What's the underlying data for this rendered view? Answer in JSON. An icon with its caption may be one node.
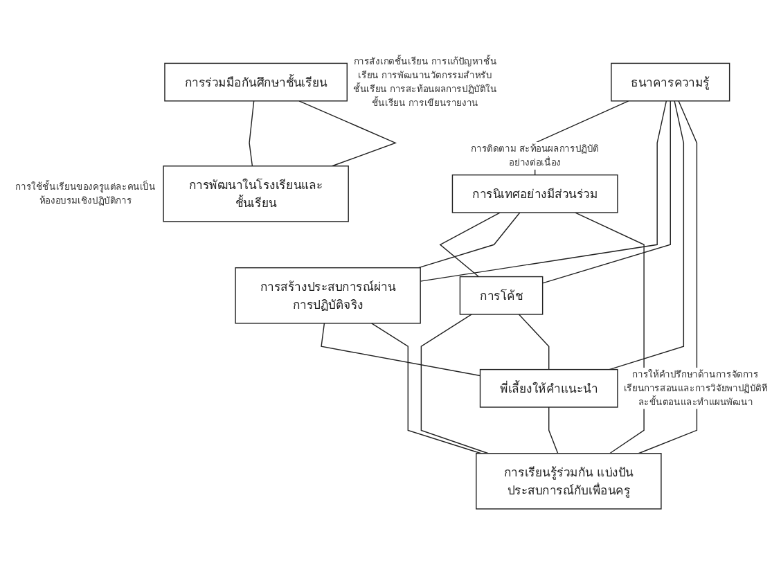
{
  "diagram": {
    "nodes": [
      {
        "text": [
          "การร่วมมือกันศึกษาชั้นเรียน"
        ],
        "beside": [
          "การสังเกตชั้นเรียน การแก้ปัญหาชั้นเรียน การพัฒนานวัตกรรมสำหรับชั้นเรียน การสะท้อนผลการปฏิบัติในชั้นเรียน การเขียนรายงาน"
        ]
      },
      {
        "text": [
          "ธนาคารความรู้"
        ]
      },
      {
        "text": [
          "การนิเทศอย่างมีส่วนร่วม"
        ],
        "beside": [
          "การติดตาม สะท้อนผลการปฏิบัติอย่างต่อเนื่อง"
        ]
      },
      {
        "text": [
          "การสร้างประสบการณ์ผ่านการปฏิบัติจริง"
        ]
      },
      {
        "text": [
          "การโค้ช"
        ]
      },
      {
        "text": [
          "พี่เลี้ยงให้คำแนะนำ"
        ],
        "beside": [
          "การให้คำปรึกษาด้านการจัดการเรียนการสอนและการวิจัยพาปฏิบัติทีละขั้นตอนและทำแผนพัฒนา"
        ]
      },
      {
        "text": [
          "การเรียนรู้ร่วมกัน แบ่งปันประสบการณ์กับเพื่อนครู"
        ]
      },
      {
        "text": [
          "การพัฒนาในโรงเรียนและชั้นเรียน"
        ],
        "beside": [
          "การใช้ชั้นเรียนของครูแต่ละคนเป็นห้องอบรมเชิงปฏิบัติการ"
        ]
      }
    ],
    "edges": [
      {
        "from": 0,
        "to": 7,
        "arrow": "none"
      },
      {
        "from": 0,
        "to": 7,
        "arrow": "none"
      },
      {
        "from": 1,
        "to": 2,
        "arrow": "none"
      },
      {
        "from": 1,
        "to": 3,
        "arrow": "none"
      },
      {
        "from": 2,
        "to": 4,
        "arrow": "none"
      },
      {
        "from": 3,
        "to": 5,
        "arrow": "none"
      },
      {
        "from": 4,
        "to": 6,
        "arrow": "none"
      },
      {
        "from": 5,
        "to": 6,
        "arrow": "none"
      },
      {
        "from": 1,
        "to": 4,
        "arrow": "none"
      },
      {
        "from": 1,
        "to": 5,
        "arrow": "none"
      },
      {
        "from": 1,
        "to": 6,
        "arrow": "none"
      },
      {
        "from": 2,
        "to": 3,
        "arrow": "none"
      },
      {
        "from": 4,
        "to": 5,
        "arrow": "none"
      },
      {
        "from": 2,
        "to": 6,
        "arrow": "none"
      },
      {
        "from": 3,
        "to": 6,
        "arrow": "none"
      }
    ]
  }
}
